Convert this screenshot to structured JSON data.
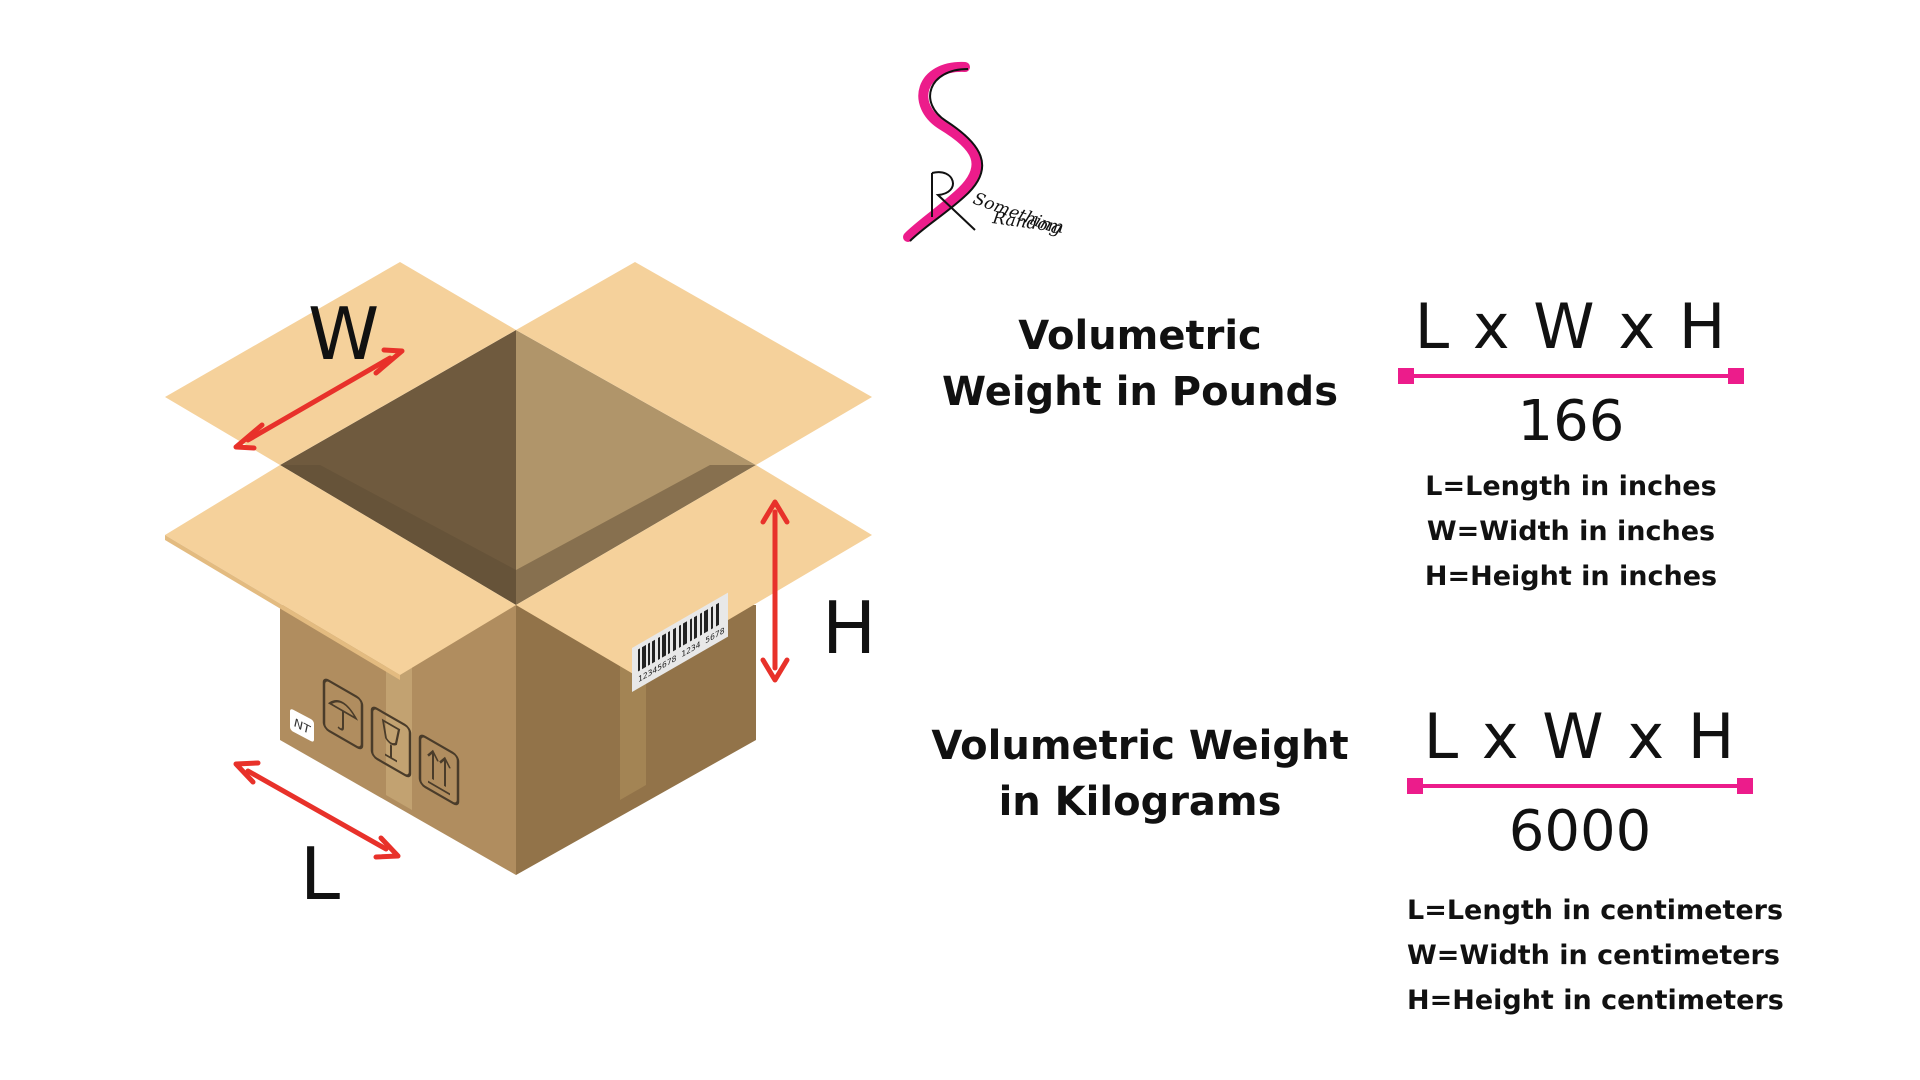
{
  "logo": {
    "text_line1": "Something",
    "text_line2": "Random"
  },
  "box": {
    "labels": {
      "width": "W",
      "height": "H",
      "length": "L"
    },
    "barcode_text": "12345678  1234  5678",
    "stamp_text": "NT"
  },
  "pounds": {
    "title_line1": "Volumetric",
    "title_line2": "Weight in Pounds",
    "numerator": "L x W x H",
    "denominator": "166",
    "legend": [
      "L=Length in inches",
      "W=Width in inches",
      "H=Height in inches"
    ]
  },
  "kilograms": {
    "title_line1": "Volumetric Weight",
    "title_line2": "in Kilograms",
    "numerator": "L x W x H",
    "denominator": "6000",
    "legend": [
      "L=Length in centimeters",
      "W=Width in centimeters",
      "H=Height in centimeters"
    ]
  },
  "colors": {
    "accent_pink": "#ec1c8b",
    "arrow_red": "#e8312a",
    "flap_light": "#f5d19b",
    "box_side_left": "#b08d5f",
    "box_side_right": "#927349",
    "interior_dark": "#6f5a3e"
  }
}
